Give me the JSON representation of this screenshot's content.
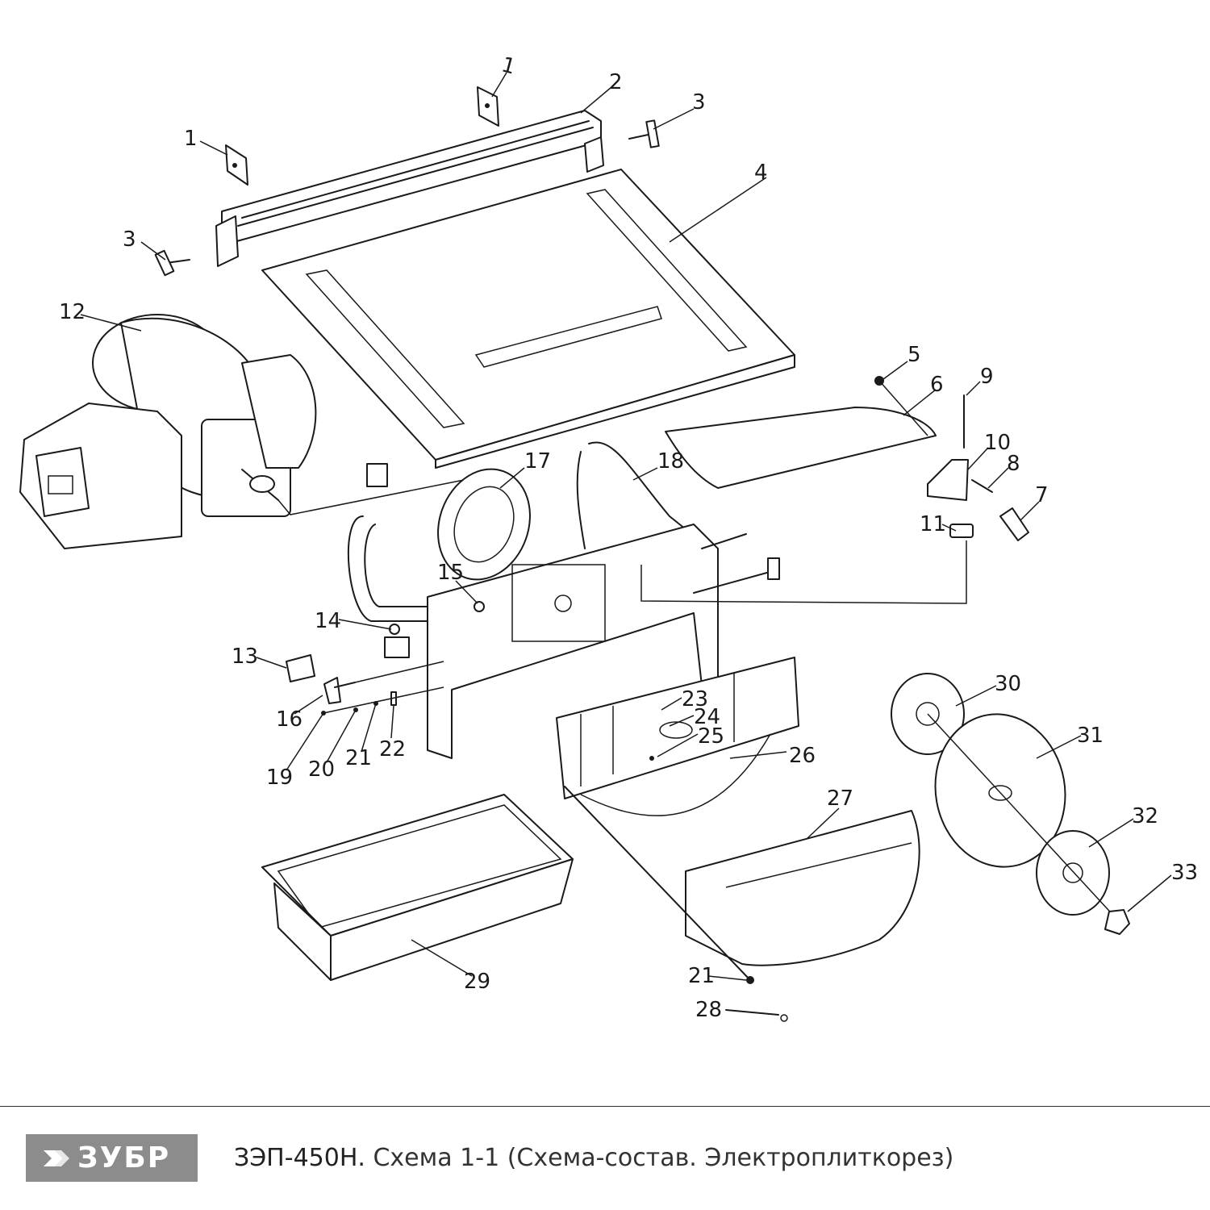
{
  "diagram": {
    "part_labels": [
      "1",
      "1",
      "2",
      "3",
      "3",
      "4",
      "5",
      "6",
      "9",
      "10",
      "8",
      "7",
      "11",
      "12",
      "17",
      "18",
      "15",
      "14",
      "13",
      "16",
      "19",
      "20",
      "21",
      "22",
      "23",
      "24",
      "25",
      "26",
      "27",
      "29",
      "30",
      "31",
      "32",
      "33",
      "21",
      "28"
    ]
  },
  "footer": {
    "brand": "ЗУБР",
    "model": "ЗЭП-450Н.",
    "description": "Схема 1-1 (Схема-состав. Электроплиткорез)"
  }
}
